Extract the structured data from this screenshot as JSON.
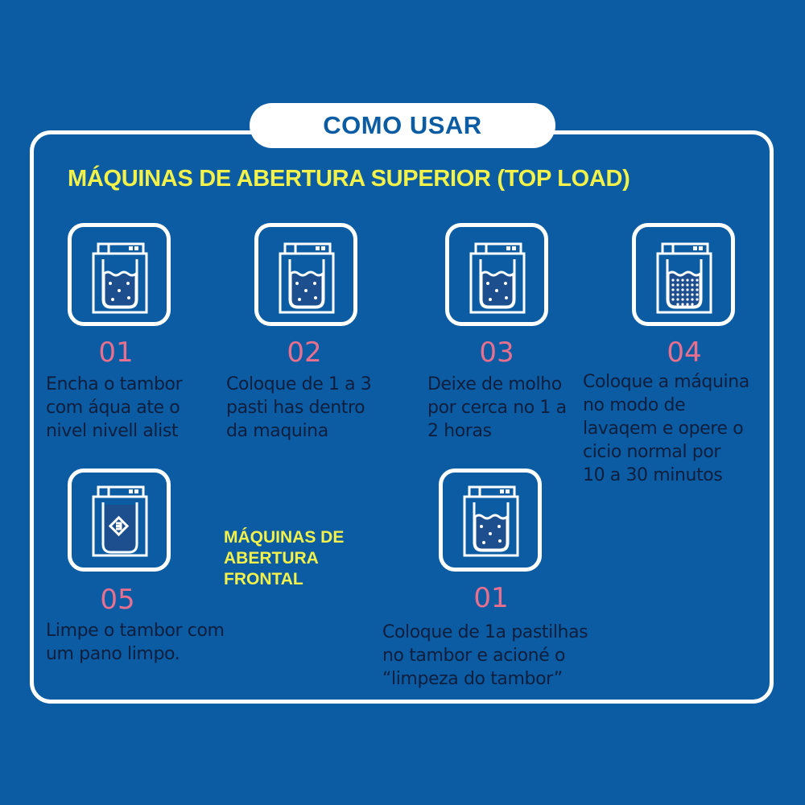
{
  "title": "COMO USAR",
  "colors": {
    "background": "#0b5ca3",
    "frame": "#ffffff",
    "heading": "#f3f24a",
    "step_number": "#e96f8f",
    "body_text": "#0f1e3d"
  },
  "top_load": {
    "heading": "MÁQUINAS DE ABERTURA SUPERIOR (TOP LOAD)",
    "steps": [
      {
        "number": "01",
        "icon": "washing-machine-water-icon",
        "text": "Encha o tambor\ncom áqua ate o\nnivel nivell alist"
      },
      {
        "number": "02",
        "icon": "washing-machine-tablets-icon",
        "text": "Coloque de 1 a 3\npasti has dentro\nda maquina"
      },
      {
        "number": "03",
        "icon": "washing-machine-soak-icon",
        "text": "Deixe de molho\npor cerca no 1 a\n2 horas"
      },
      {
        "number": "04",
        "icon": "washing-machine-wash-cycle-icon",
        "text": "Coloque a máquina\nno modo de\nlavaqem e opere o\ncicio normal por\n10 a 30 minutos"
      },
      {
        "number": "05",
        "icon": "washing-machine-clean-icon",
        "text": "Limpe o tambor com\num pano limpo."
      }
    ]
  },
  "front_load": {
    "heading": "MÁQUINAS DE\nABERTURA\nFRONTAL",
    "steps": [
      {
        "number": "01",
        "icon": "washing-machine-tablets-icon",
        "text": "Coloque de 1a pastilhas\nno tambor e acioné o\n“limpeza do tambor”"
      }
    ]
  }
}
